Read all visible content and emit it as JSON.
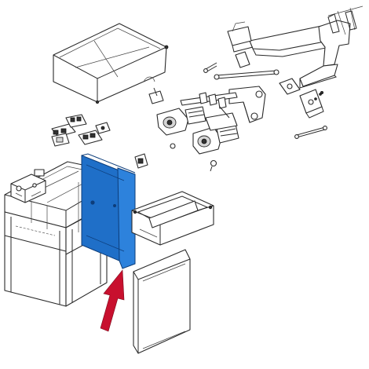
{
  "diagram": {
    "highlight_color": "#1f6fc8",
    "arrow_color": "#c8102e",
    "line_color": "#2a2a2a",
    "parts": [
      {
        "name": "top-cover"
      },
      {
        "name": "mounting-arm"
      },
      {
        "name": "gear-motor-assembly"
      },
      {
        "name": "electronic-board-components"
      },
      {
        "name": "main-frame"
      },
      {
        "name": "side-panel-highlighted"
      },
      {
        "name": "front-frame"
      },
      {
        "name": "door-panel"
      }
    ]
  }
}
